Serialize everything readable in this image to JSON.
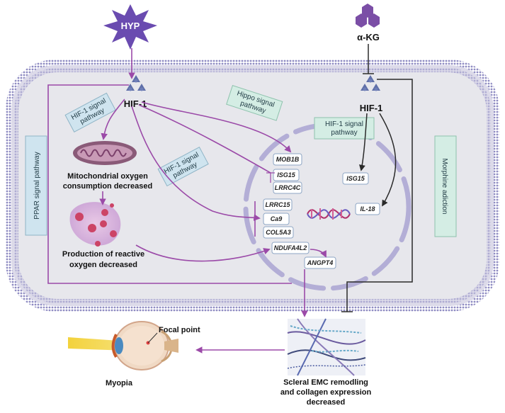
{
  "colors": {
    "purple": "#9b4aa8",
    "dark": "#2a2a2a",
    "membrane": "#9b99c8",
    "cell_fill": "#e6e6ec",
    "nucleus": "#b8b4d8",
    "box_blue": "#cfe4ef",
    "box_green": "#d4ede4",
    "hyp": "#6a4bb0"
  },
  "top": {
    "hyp": "HYP",
    "akg": "α-KG"
  },
  "hif": {
    "left": "HIF-1",
    "right": "HIF-1"
  },
  "pathways": {
    "hif_left": "HIF-1 signal pathway",
    "hif_mid": "HIF-1 signal pathway",
    "hippo": "Hippo signal pathway",
    "hif_right": "HIF-1 signal pathway",
    "ppar": "PPAR signal pathway",
    "morphine": "Morphine adiction"
  },
  "labels": {
    "mito": [
      "Mitochondrial oxygen",
      "consumption decreased"
    ],
    "ros": [
      "Production of reactive",
      "oxygen decreased"
    ],
    "scleral": [
      "Scleral EMC remodling",
      "and collagen expression",
      "decreased"
    ],
    "myopia": "Myopia",
    "focal": "Focal point"
  },
  "genes": {
    "mob1b": "MOB1B",
    "isg15_a": "ISG15",
    "lrrc4c": "LRRC4C",
    "lrrc15": "LRRC15",
    "ca9": "Ca9",
    "col5a3": "COL5A3",
    "ndufa4l2": "NDUFA4L2",
    "angpt4": "ANGPT4",
    "isg15_b": "ISG15",
    "il18": "IL-18"
  }
}
